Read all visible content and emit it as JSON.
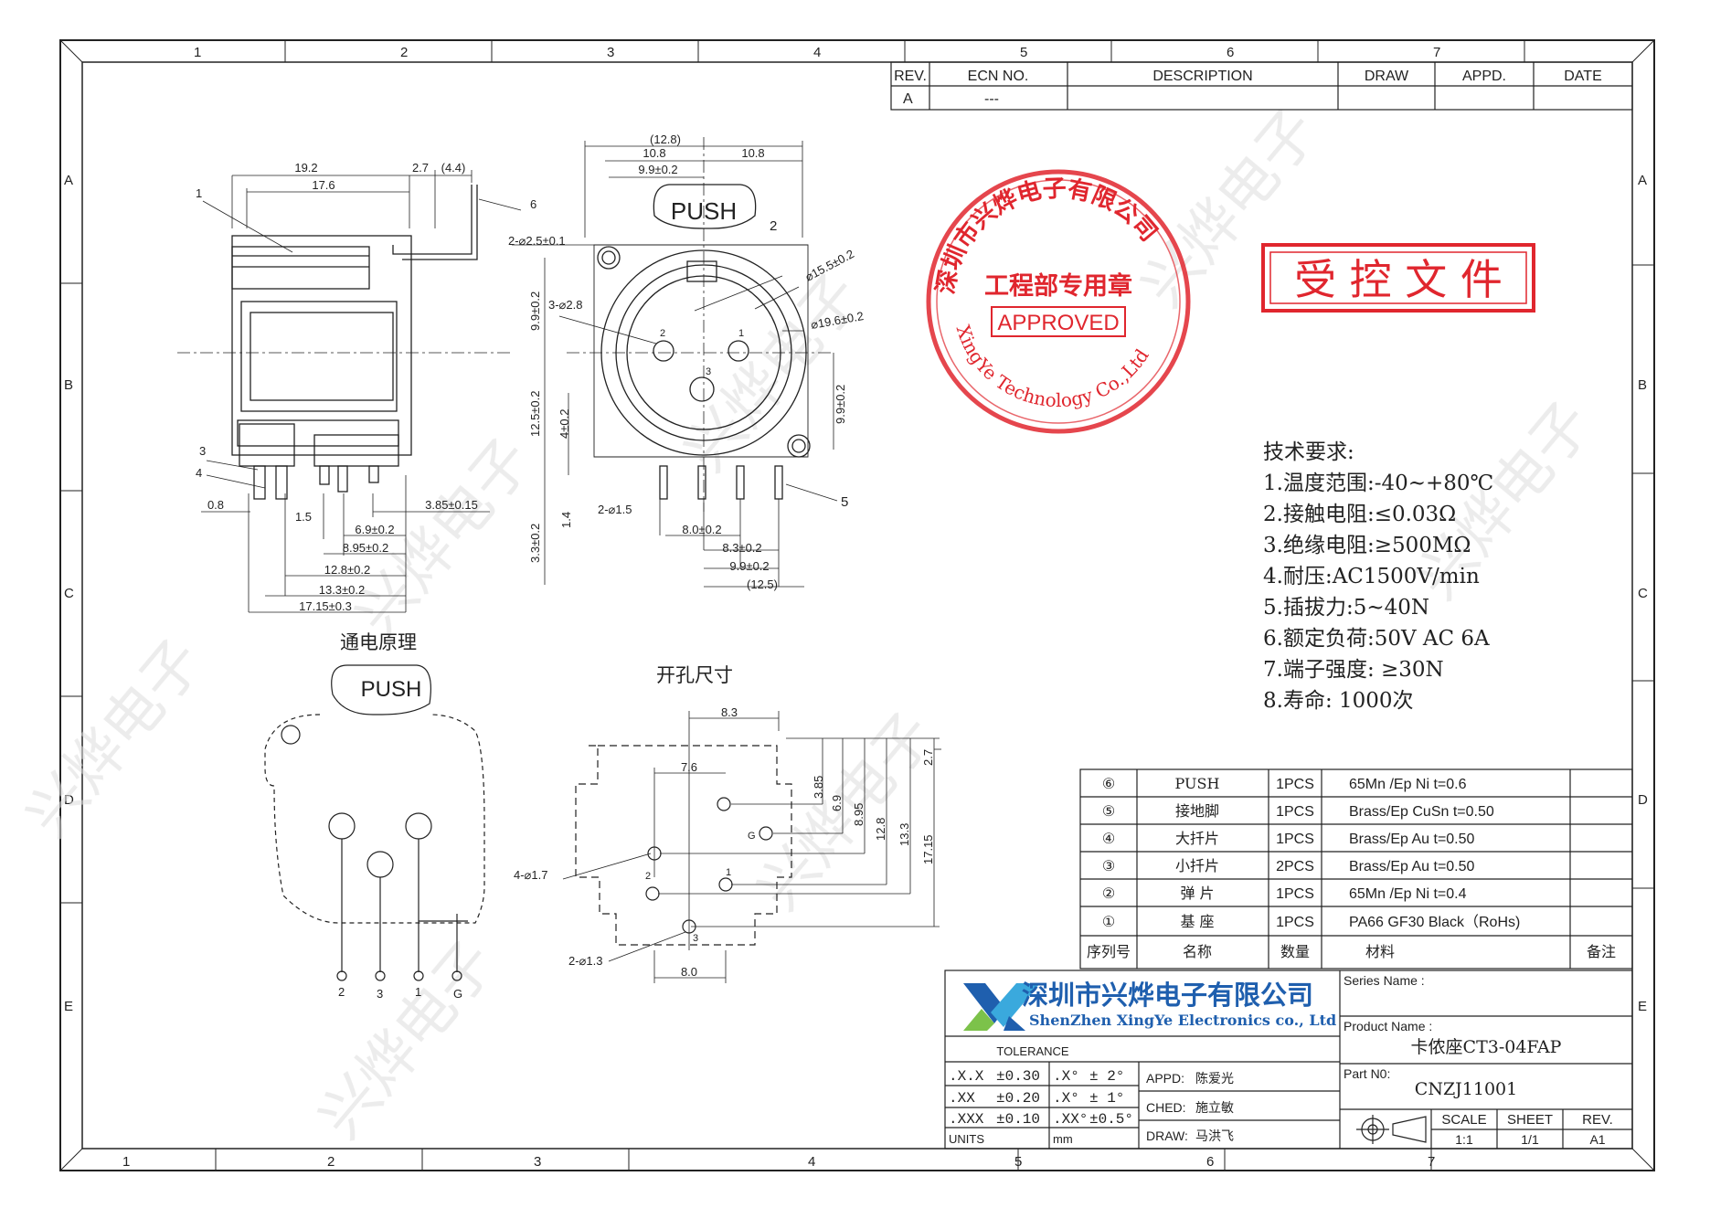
{
  "border": {
    "top_zones": [
      "1",
      "2",
      "3",
      "4",
      "5",
      "6",
      "7"
    ],
    "bottom_zones": [
      "1",
      "2",
      "3",
      "4",
      "5",
      "6",
      "7"
    ],
    "side_zones": [
      "A",
      "B",
      "C",
      "D",
      "E"
    ]
  },
  "revision_table": {
    "headers": [
      "REV.",
      "ECN  NO.",
      "DESCRIPTION",
      "DRAW",
      "APPD.",
      "DATE"
    ],
    "row": [
      "A",
      "---",
      "",
      "",
      "",
      ""
    ]
  },
  "stamp": {
    "ring_text": "深圳市兴烨电子有限公司",
    "ring_text_en": "XingYe Technology Co.,Ltd",
    "center_text": "工程部专用章",
    "approved": "APPROVED",
    "color": "#e0262e"
  },
  "controlled_stamp": {
    "text": "受 控 文 件",
    "color": "#e0262e"
  },
  "technical_requirements": {
    "title": "技术要求:",
    "items": [
      "1.温度范围:-40~+80℃",
      "2.接触电阻:≤0.03Ω",
      "3.绝缘电阻:≥500MΩ",
      "4.耐压:AC1500V/min",
      "5.插拔力:5~40N",
      "6.额定负荷:50V  AC 6A",
      "7.端子强度: ≥30N",
      "8.寿命: 1000次"
    ]
  },
  "bom": {
    "rows": [
      {
        "no": "⑥",
        "name": "PUSH",
        "qty": "1PCS",
        "material": "65Mn /Ep  Ni  t=0.6",
        "note": ""
      },
      {
        "no": "⑤",
        "name": "接地脚",
        "qty": "1PCS",
        "material": "Brass/Ep  CuSn  t=0.50",
        "note": ""
      },
      {
        "no": "④",
        "name": "大扦片",
        "qty": "1PCS",
        "material": "Brass/Ep  Au  t=0.50",
        "note": ""
      },
      {
        "no": "③",
        "name": "小扦片",
        "qty": "2PCS",
        "material": "Brass/Ep  Au  t=0.50",
        "note": ""
      },
      {
        "no": "②",
        "name": "弹  片",
        "qty": "1PCS",
        "material": "65Mn /Ep  Ni  t=0.4",
        "note": ""
      },
      {
        "no": "①",
        "name": "基  座",
        "qty": "1PCS",
        "material": "PA66 GF30   Black（RoHs)",
        "note": ""
      }
    ],
    "headers": {
      "no": "序列号",
      "name": "名称",
      "qty": "数量",
      "material": "材料",
      "note": "备注"
    }
  },
  "title_block": {
    "company_cn": "深圳市兴烨电子有限公司",
    "company_en": "ShenZhen XingYe Electronics co., Ltd",
    "logo_colors": [
      "#1f5fae",
      "#3aa9dd",
      "#7cc24a"
    ],
    "series_label": "Series Name :",
    "series_value": "",
    "product_label": "Product Name :",
    "product_value": "卡侬座CT3-04FAP",
    "part_label": "Part N0:",
    "part_value": "CNZJ11001",
    "tolerance_label": "TOLERANCE",
    "tolerances": [
      {
        "a": ".X.X",
        "b": "±0.30",
        "c": ".X°",
        "d": "±  2°"
      },
      {
        "a": ".XX",
        "b": "±0.20",
        "c": ".X°",
        "d": "±  1°"
      },
      {
        "a": ".XXX",
        "b": "±0.10",
        "c": ".XX°",
        "d": "±0.5°"
      }
    ],
    "units_label": "UNITS",
    "units_value": "mm",
    "appd_label": "APPD:",
    "appd_value": "陈爱光",
    "ched_label": "CHED:",
    "ched_value": "施立敏",
    "draw_label": "DRAW:",
    "draw_value": "马洪飞",
    "scale_label": "SCALE",
    "scale_value": "1:1",
    "sheet_label": "SHEET",
    "sheet_value": "1/1",
    "rev_label": "REV.",
    "rev_value": "A1"
  },
  "views": {
    "side": {
      "callouts": [
        "1",
        "6",
        "3",
        "4"
      ],
      "dims": [
        "19.2",
        "17.6",
        "2.7",
        "(4.4)",
        "0.8",
        "1.5",
        "3.85±0.15",
        "6.9±0.2",
        "8.95±0.2",
        "12.8±0.2",
        "13.3±0.2",
        "17.15±0.3"
      ]
    },
    "front": {
      "push": "PUSH",
      "callouts": [
        "2",
        "5"
      ],
      "pins": [
        "2",
        "1",
        "3"
      ],
      "dims": [
        "(12.8)",
        "10.8",
        "10.8",
        "9.9±0.2",
        "2-⌀2.5±0.1",
        "3-⌀2.8",
        "⌀15.5±0.2",
        "⌀19.6±0.2",
        "9.9±0.2",
        "12.5±0.2",
        "4±0.2",
        "9.9±0.2",
        "3.3±0.2",
        "1.4",
        "2-⌀1.5",
        "8.0±0.2",
        "8.3±0.2",
        "9.9±0.2",
        "(12.5)"
      ]
    },
    "schematic": {
      "title": "通电原理",
      "push": "PUSH",
      "pins": [
        "2",
        "3",
        "1",
        "G"
      ]
    },
    "cutout": {
      "title": "开孔尺寸",
      "dims": [
        "8.3",
        "7.6",
        "3.85",
        "6.9",
        "8.95",
        "12.8",
        "13.3",
        "17.15",
        "2.7",
        "4-⌀1.7",
        "2-⌀1.3",
        "8.0"
      ],
      "pins": [
        "G",
        "2",
        "1",
        "3"
      ]
    }
  },
  "watermark": "兴烨电子"
}
